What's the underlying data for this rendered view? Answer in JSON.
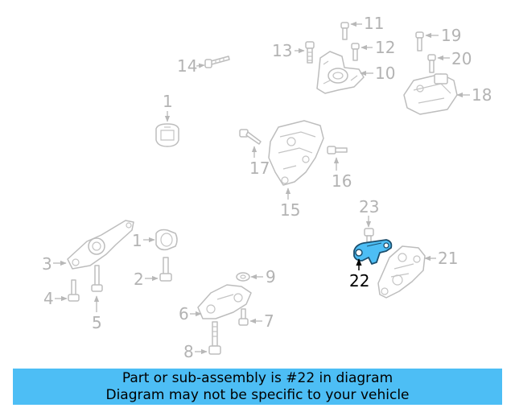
{
  "labels": {
    "l1a": "1",
    "l1b": "1",
    "l2": "2",
    "l3": "3",
    "l4": "4",
    "l5": "5",
    "l6": "6",
    "l7": "7",
    "l8": "8",
    "l9": "9",
    "l10": "10",
    "l11": "11",
    "l12": "12",
    "l13": "13",
    "l14": "14",
    "l15": "15",
    "l16": "16",
    "l17": "17",
    "l18": "18",
    "l19": "19",
    "l20": "20",
    "l21": "21",
    "l22": "22",
    "l23": "23"
  },
  "highlight_color": "#4dbef5",
  "banner": {
    "line1": "Part or sub-assembly is #22 in diagram",
    "line2": "Diagram may not be specific to your vehicle"
  }
}
